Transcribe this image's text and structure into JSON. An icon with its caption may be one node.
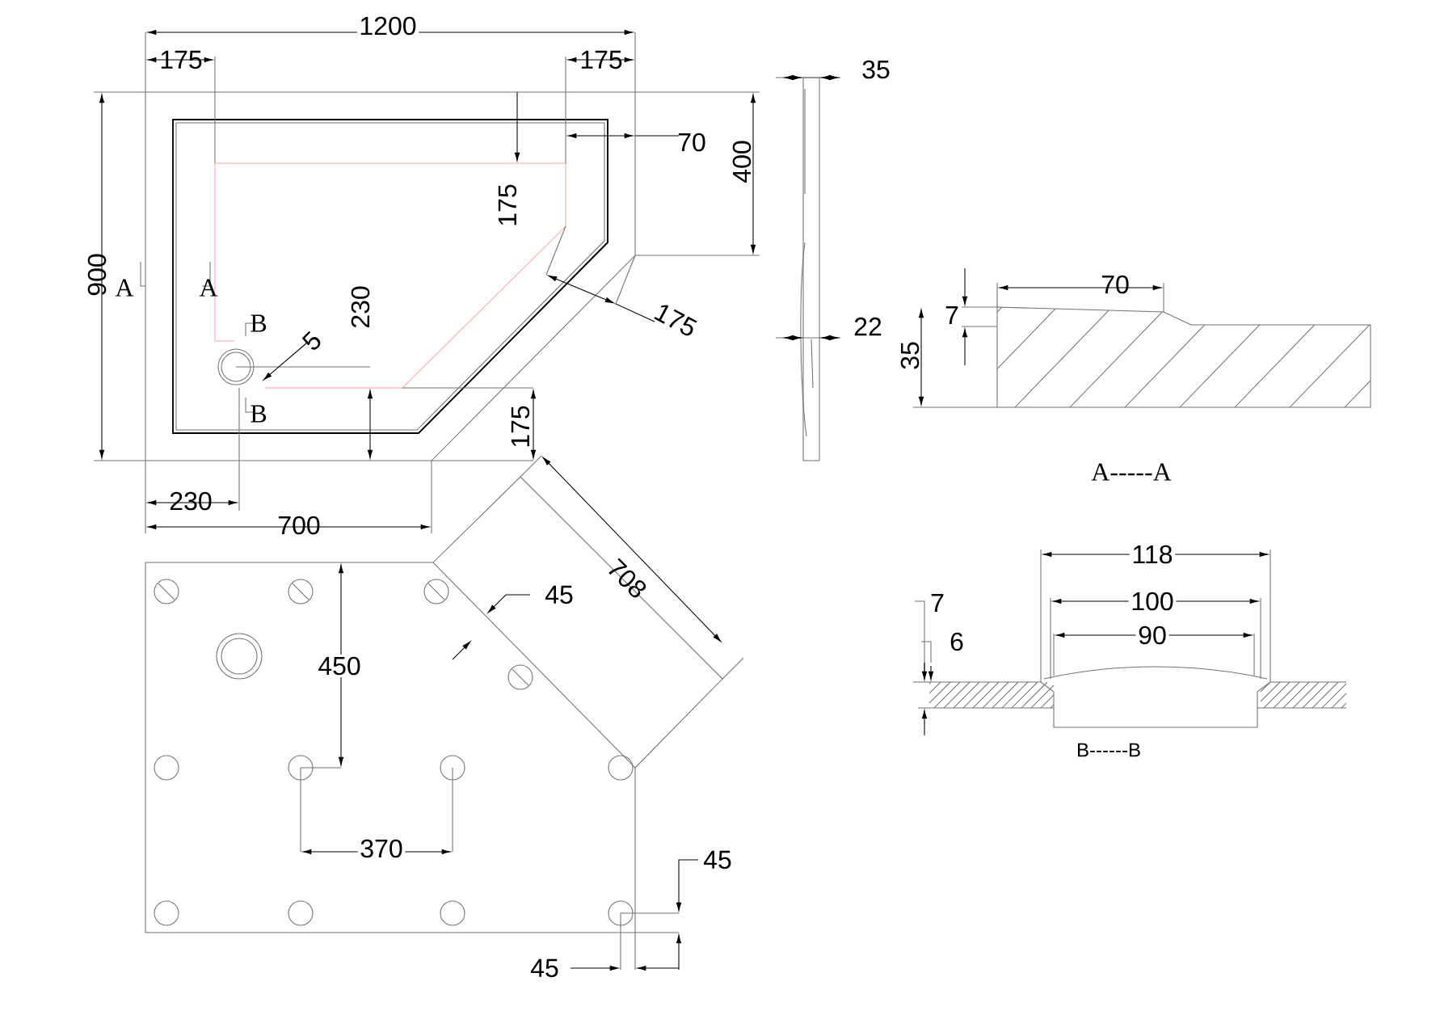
{
  "diagram": {
    "labels": [
      "1200",
      "175",
      "175",
      "35",
      "70",
      "400",
      "175",
      "900",
      "A",
      "A",
      "B",
      "70",
      "7",
      "175",
      "22",
      "5",
      "230",
      "35",
      "B",
      "175",
      "A-----A",
      "230",
      "700",
      "118",
      "708",
      "45",
      "7",
      "100",
      "6",
      "90",
      "450",
      "B------B",
      "370",
      "45",
      "45"
    ]
  }
}
